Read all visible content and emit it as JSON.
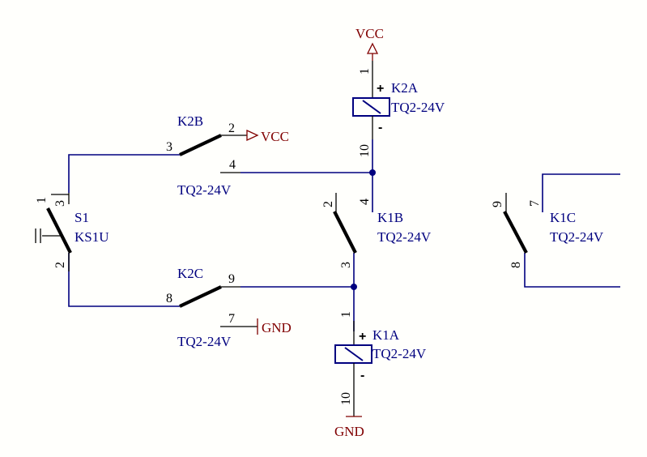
{
  "colors": {
    "wire": "#00007F",
    "designator": "#00007F",
    "power": "#800000",
    "pin": "#000000",
    "background": "#FFFFFC"
  },
  "power": {
    "vcc": "VCC",
    "gnd": "GND"
  },
  "polarity": {
    "plus": "+",
    "minus": "-"
  },
  "s1": {
    "ref": "S1",
    "value": "KS1U",
    "pins": [
      "1",
      "3",
      "2"
    ]
  },
  "k2a": {
    "ref": "K2A",
    "value": "TQ2-24V",
    "pins": [
      "1",
      "10"
    ]
  },
  "k2b": {
    "ref": "K2B",
    "value": "TQ2-24V",
    "pins": [
      "2",
      "3",
      "4"
    ]
  },
  "k2c": {
    "ref": "K2C",
    "value": "TQ2-24V",
    "pins": [
      "9",
      "8",
      "7"
    ]
  },
  "k1a": {
    "ref": "K1A",
    "value": "TQ2-24V",
    "pins": [
      "1",
      "10"
    ]
  },
  "k1b": {
    "ref": "K1B",
    "value": "TQ2-24V",
    "pins": [
      "2",
      "4",
      "3"
    ]
  },
  "k1c": {
    "ref": "K1C",
    "value": "TQ2-24V",
    "pins": [
      "9",
      "7",
      "8"
    ]
  }
}
